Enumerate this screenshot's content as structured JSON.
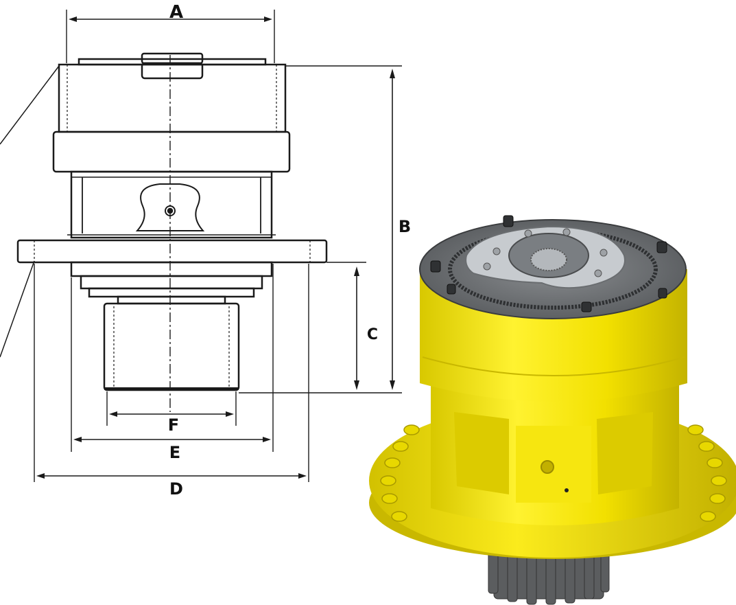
{
  "labels": {
    "a": "A",
    "b": "B",
    "c": "C",
    "d": "D",
    "e": "E",
    "f": "F"
  },
  "colors": {
    "line": "#1a1a1a",
    "housing_yellow": "#f2e300",
    "housing_shadow": "#c9b800",
    "housing_highlight": "#fff44a",
    "steel": "#6f7275",
    "steel_light": "#b8bcc0",
    "steel_dark": "#3a3c3e",
    "pinion": "#5b5d5f"
  }
}
